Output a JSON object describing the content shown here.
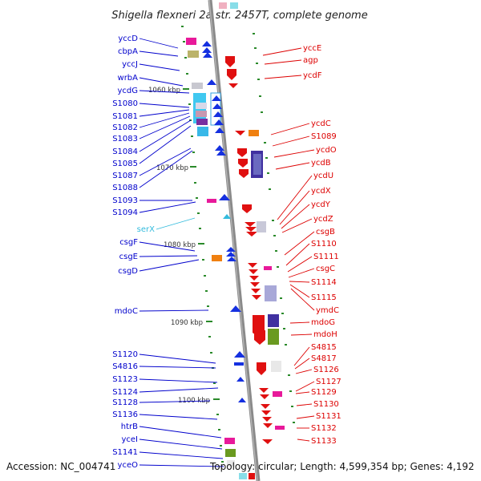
{
  "title": "Shigella flexneri 2a str. 2457T, complete genome",
  "footer": {
    "accession": "Accession: NC_004741",
    "topology": "Topology: circular; Length: 4,599,354 bp; Genes: 4,192"
  },
  "colors": {
    "plus_label": "#0000cc",
    "minus_label": "#dd0000",
    "rna_label": "#33bbdd",
    "backbone": "#888888",
    "tick": "#2a8a2a"
  },
  "kbp_marks": [
    "1060 kbp",
    "1070 kbp",
    "1080 kbp",
    "1090 kbp",
    "1100 kbp"
  ],
  "plus_genes": [
    "yccD",
    "cbpA",
    "yccJ",
    "wrbA",
    "ycdG",
    "S1080",
    "S1081",
    "S1082",
    "S1083",
    "S1084",
    "S1085",
    "S1087",
    "S1088",
    "S1093",
    "S1094",
    "csgF",
    "csgE",
    "csgD",
    "mdoC",
    "S1120",
    "S4816",
    "S1123",
    "S1124",
    "S1128",
    "S1136",
    "htrB",
    "yceI",
    "S1141",
    "yceO"
  ],
  "rna_genes": [
    "serX"
  ],
  "minus_genes": [
    "yccE",
    "agp",
    "ycdF",
    "ycdC",
    "S1089",
    "ycdO",
    "ycdB",
    "ycdU",
    "ycdX",
    "ycdY",
    "ycdZ",
    "csgB",
    "S1110",
    "S1111",
    "csgC",
    "S1114",
    "S1115",
    "ymdC",
    "mdoG",
    "mdoH",
    "S4815",
    "S4817",
    "S1126",
    "S1127",
    "S1129",
    "S1130",
    "S1131",
    "S1132",
    "S1133"
  ]
}
